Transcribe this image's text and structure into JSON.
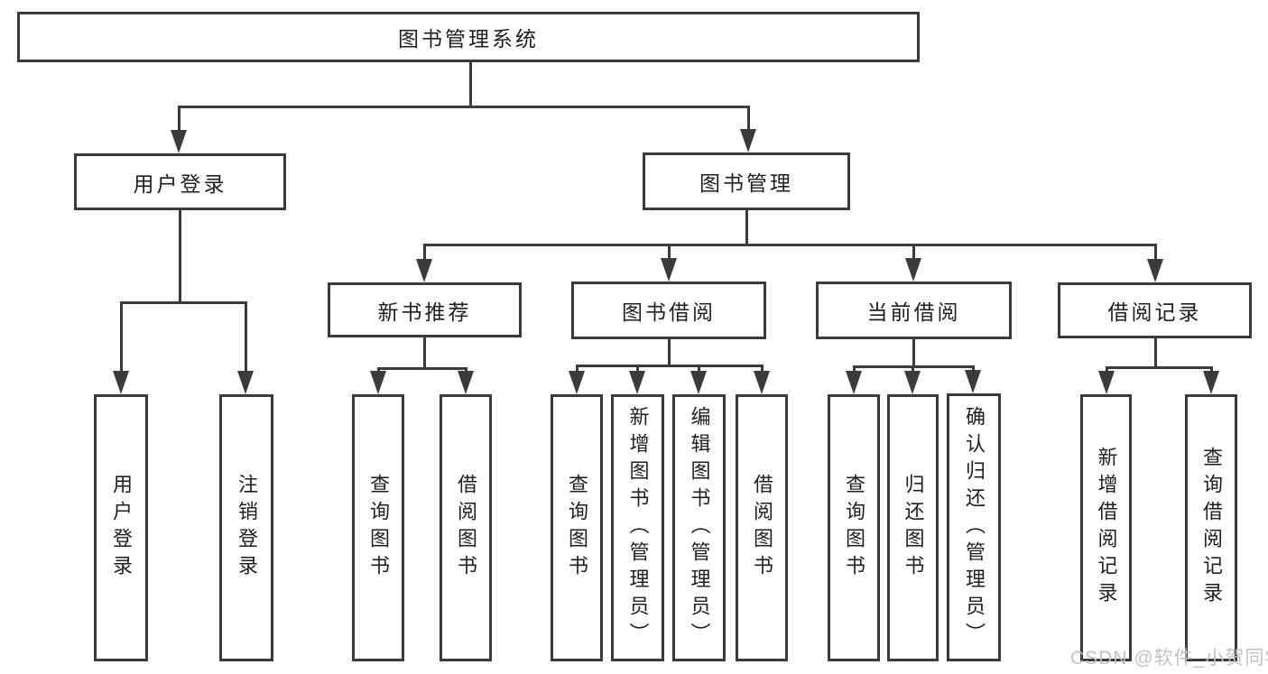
{
  "title": "图书管理系统",
  "colors": {
    "background": "#ffffff",
    "line": "#3b3b3b",
    "text": "#1f1f1f",
    "watermark": "#bfbfbf"
  },
  "nodes": {
    "root": "图书管理系统",
    "user_login": "用户登录",
    "book_mgmt": "图书管理",
    "new_books": "新书推荐",
    "book_borrow": "图书借阅",
    "current_borrow": "当前借阅",
    "borrow_records": "借阅记录",
    "leaf_user_login": "用户登录",
    "leaf_logout": "注销登录",
    "leaf_nb_query": "查询图书",
    "leaf_nb_borrow": "借阅图书",
    "leaf_bb_query": "查询图书",
    "leaf_bb_add": "新增图书（管理员）",
    "leaf_bb_edit": "编辑图书（管理员）",
    "leaf_bb_borrow": "借阅图书",
    "leaf_cb_query": "查询图书",
    "leaf_cb_return": "归还图书",
    "leaf_cb_confirm": "确认归还（管理员）",
    "leaf_br_add": "新增借阅记录",
    "leaf_br_query": "查询借阅记录"
  },
  "hierarchy": {
    "图书管理系统": {
      "用户登录": [
        "用户登录",
        "注销登录"
      ],
      "图书管理": {
        "新书推荐": [
          "查询图书",
          "借阅图书"
        ],
        "图书借阅": [
          "查询图书",
          "新增图书（管理员）",
          "编辑图书（管理员）",
          "借阅图书"
        ],
        "当前借阅": [
          "查询图书",
          "归还图书",
          "确认归还（管理员）"
        ],
        "借阅记录": [
          "新增借阅记录",
          "查询借阅记录"
        ]
      }
    }
  },
  "watermark": "CSDN @软件_小贺同学"
}
